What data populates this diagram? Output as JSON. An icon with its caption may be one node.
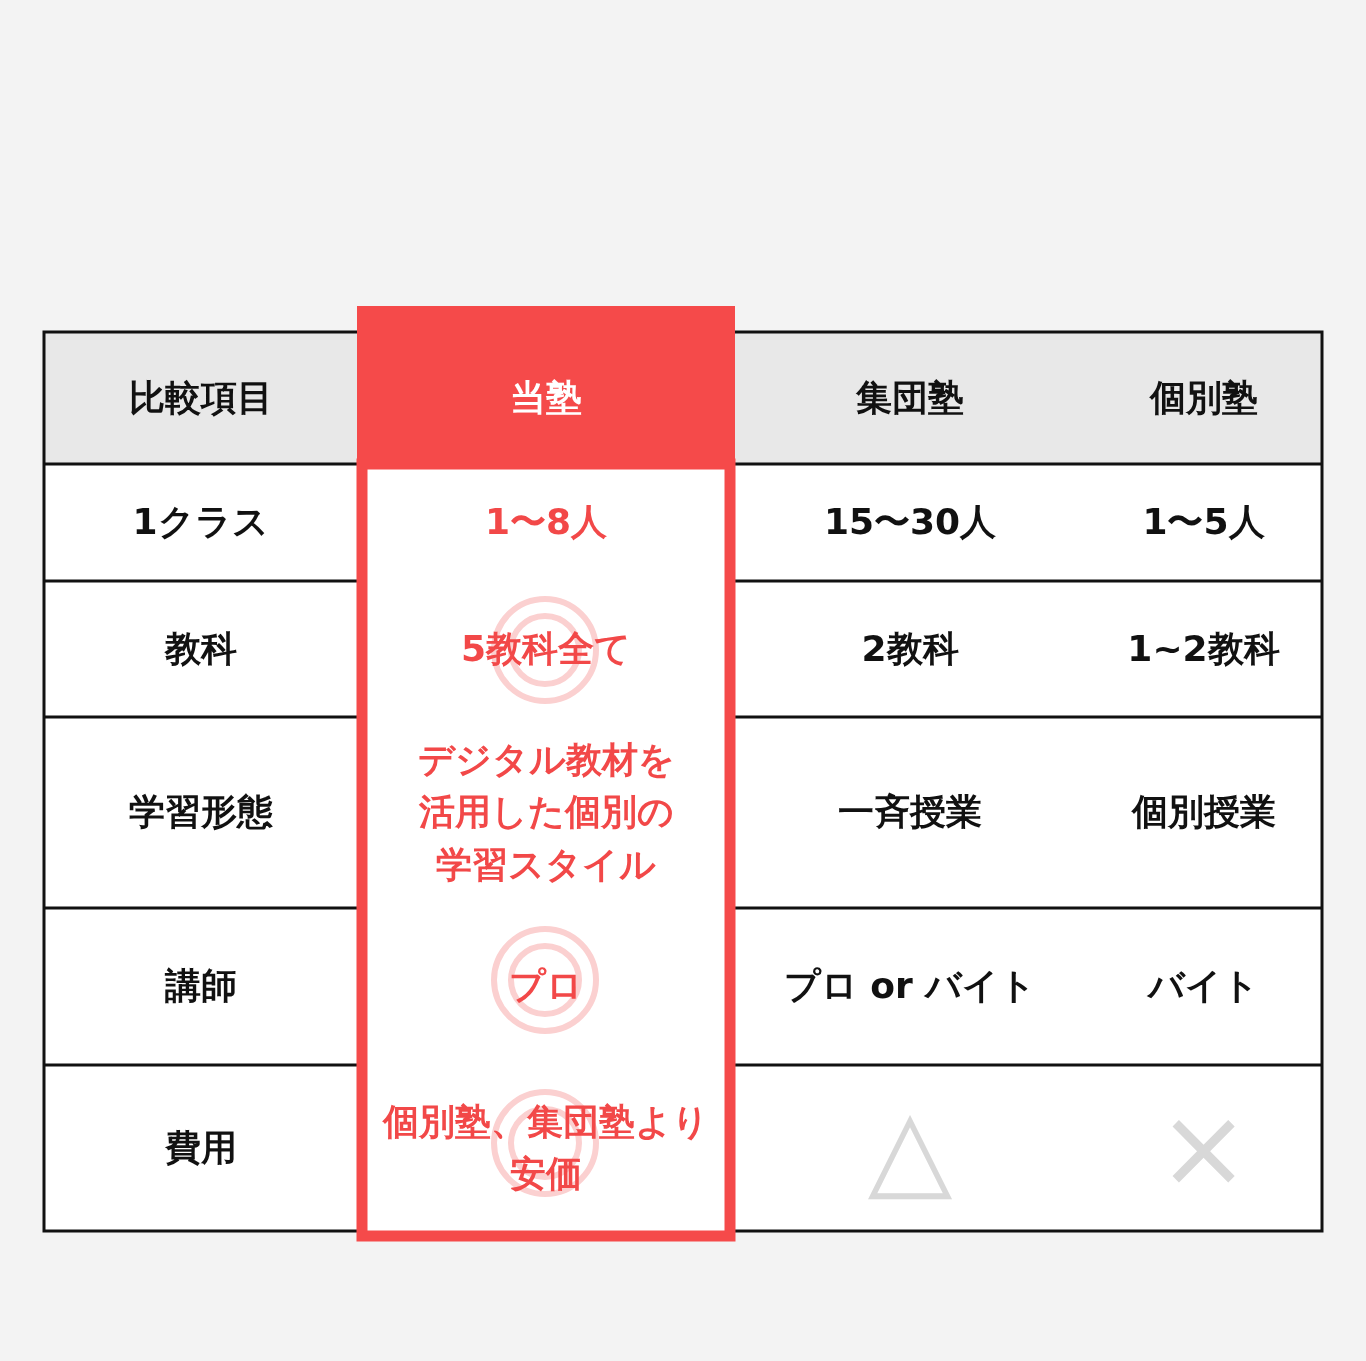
{
  "diagram": {
    "labels": [
      "比較項目",
      "当塾",
      "集団塾",
      "個別塾",
      "1クラス",
      "1〜8人",
      "15〜30人",
      "1〜5人",
      "教科",
      "5教科全て",
      "2教科",
      "1~2教科",
      "学習形態",
      "デジタル教材を活用した個別の学習スタイル",
      "一斉授業",
      "個別授業",
      "講師",
      "プロ",
      "プロ or バイト",
      "バイト",
      "費用",
      "個別塾、集団塾より安価",
      "△",
      "×"
    ]
  }
}
